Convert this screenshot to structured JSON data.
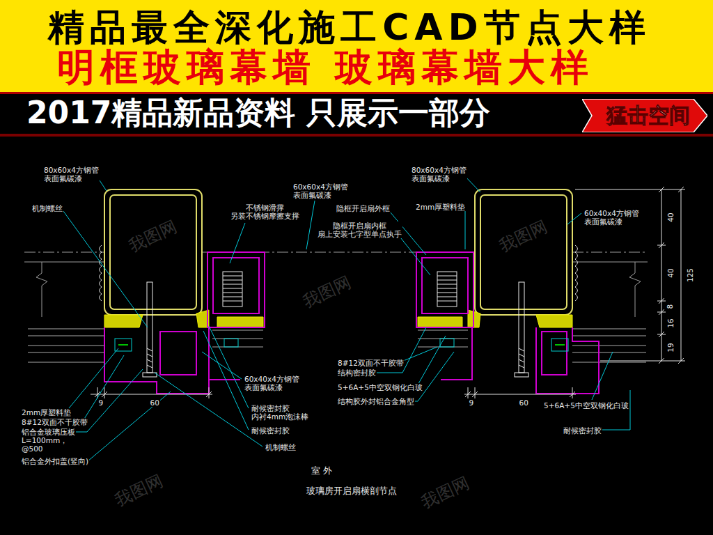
{
  "diagram": {
    "title": "精品最全深化施工CAD节点大样",
    "caption": "玻璃房开启扇横剖节点",
    "nodes": [
      {
        "text": [
          "猛击空间"
        ]
      }
    ],
    "labels": [
      "明框玻璃幕墙 玻璃幕墙大样",
      "2017精品新品资料 只展示一部分",
      "80x60x4方钢管 表面氟碳漆",
      "机制螺丝",
      "不锈钢滑撑 另装不锈钢摩擦支撑",
      "60x60x4方钢管 表面氟碳漆",
      "隐框开启扇外框",
      "隐框开启扇内框 扇上安装七字型单点执手",
      "2mm厚塑料垫",
      "80x60x4方钢管 表面氟碳漆",
      "60x40x4方钢管 表面氟碳漆",
      "40",
      "40",
      "8",
      "16",
      "19",
      "125",
      "2mm厚塑料垫",
      "8#12双面不干胶带",
      "铝合金玻璃压板 L=100mm，@500",
      "铝合金外扣盖(竖向)",
      "9",
      "60",
      "60x40x4方钢管 表面氟碳漆",
      "耐候密封胶 内衬4mm泡沫棒",
      "耐候密封胶",
      "机制螺丝",
      "8#12双面不干胶带",
      "结构密封胶",
      "5+6A+5中空双钢化白玻",
      "结构胶外封铝合金角型",
      "9",
      "60",
      "5+6A+5中空双钢化白玻",
      "耐候密封胶",
      "室 外",
      "我图网",
      "我图网",
      "我图网",
      "我图网",
      "我图网"
    ]
  }
}
